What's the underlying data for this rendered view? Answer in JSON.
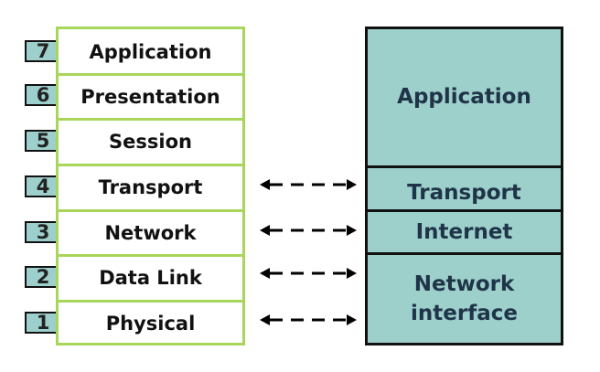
{
  "osi_model": {
    "layers": [
      {
        "number": "7",
        "name": "Application"
      },
      {
        "number": "6",
        "name": "Presentation"
      },
      {
        "number": "5",
        "name": "Session"
      },
      {
        "number": "4",
        "name": "Transport"
      },
      {
        "number": "3",
        "name": "Network"
      },
      {
        "number": "2",
        "name": "Data Link"
      },
      {
        "number": "1",
        "name": "Physical"
      }
    ]
  },
  "tcpip_model": {
    "layers": [
      {
        "name": "Application"
      },
      {
        "name": "Transport"
      },
      {
        "name": "Internet"
      },
      {
        "name": "Network interface"
      }
    ]
  },
  "colors": {
    "osi_border": "#a8d65a",
    "tcp_fill": "#9dcfcb",
    "number_fill": "#9dd0cc",
    "tcp_text": "#1f3448"
  }
}
